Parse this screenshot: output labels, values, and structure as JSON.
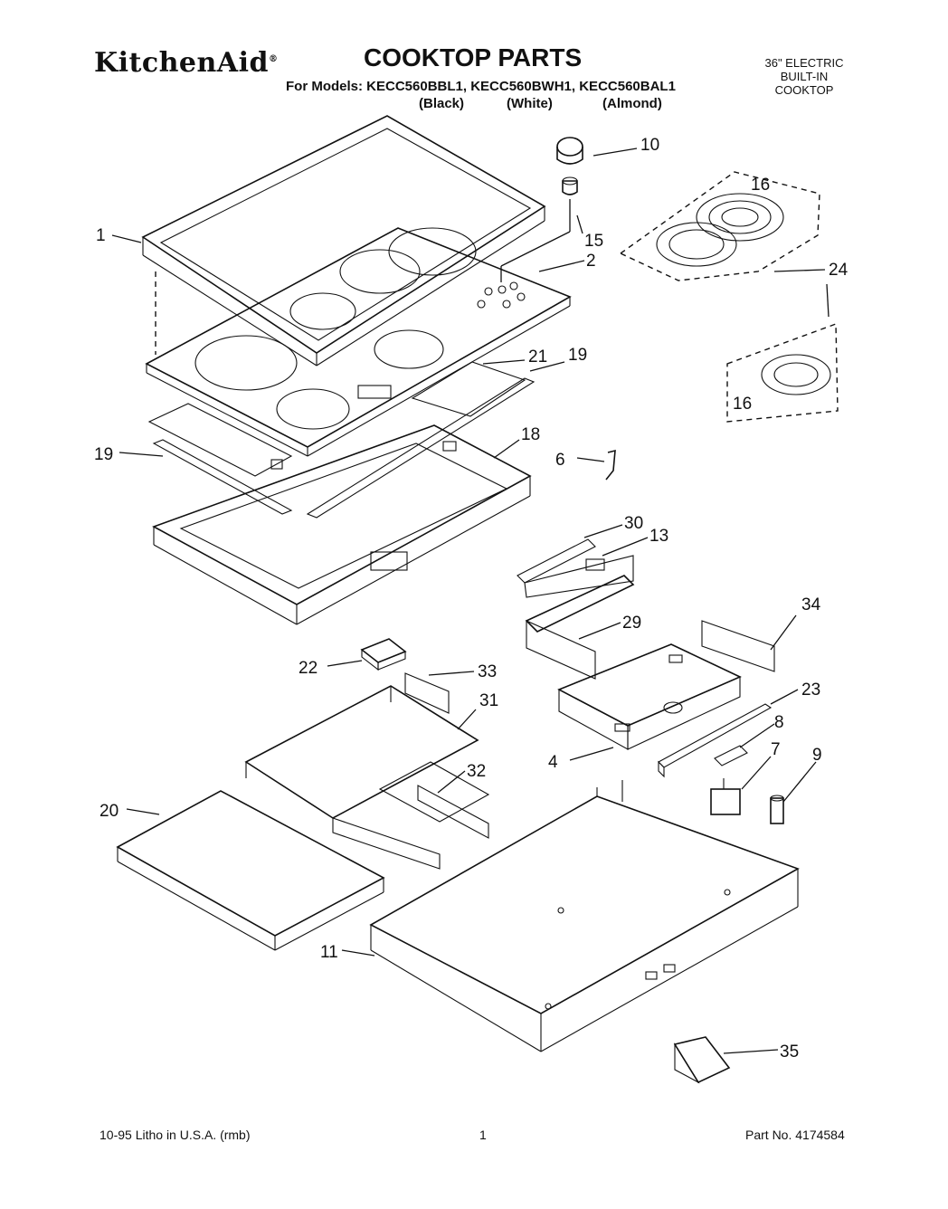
{
  "header": {
    "brand": "KitchenAid",
    "brand_mark": "®",
    "title": "COOKTOP PARTS",
    "models_line": "For Models: KECC560BBL1, KECC560BWH1, KECC560BAL1",
    "variants": [
      "(Black)",
      "(White)",
      "(Almond)"
    ],
    "side_lines": [
      "36\" ELECTRIC",
      "BUILT-IN",
      "COOKTOP"
    ]
  },
  "callouts": [
    "1",
    "2",
    "4",
    "6",
    "7",
    "8",
    "9",
    "10",
    "11",
    "13",
    "15",
    "16",
    "16",
    "18",
    "19",
    "19",
    "20",
    "21",
    "22",
    "23",
    "24",
    "29",
    "30",
    "31",
    "32",
    "33",
    "34",
    "35"
  ],
  "footer": {
    "left": "10-95 Litho in U.S.A. (rmb)",
    "page": "1",
    "part_no": "Part No. 4174584"
  }
}
